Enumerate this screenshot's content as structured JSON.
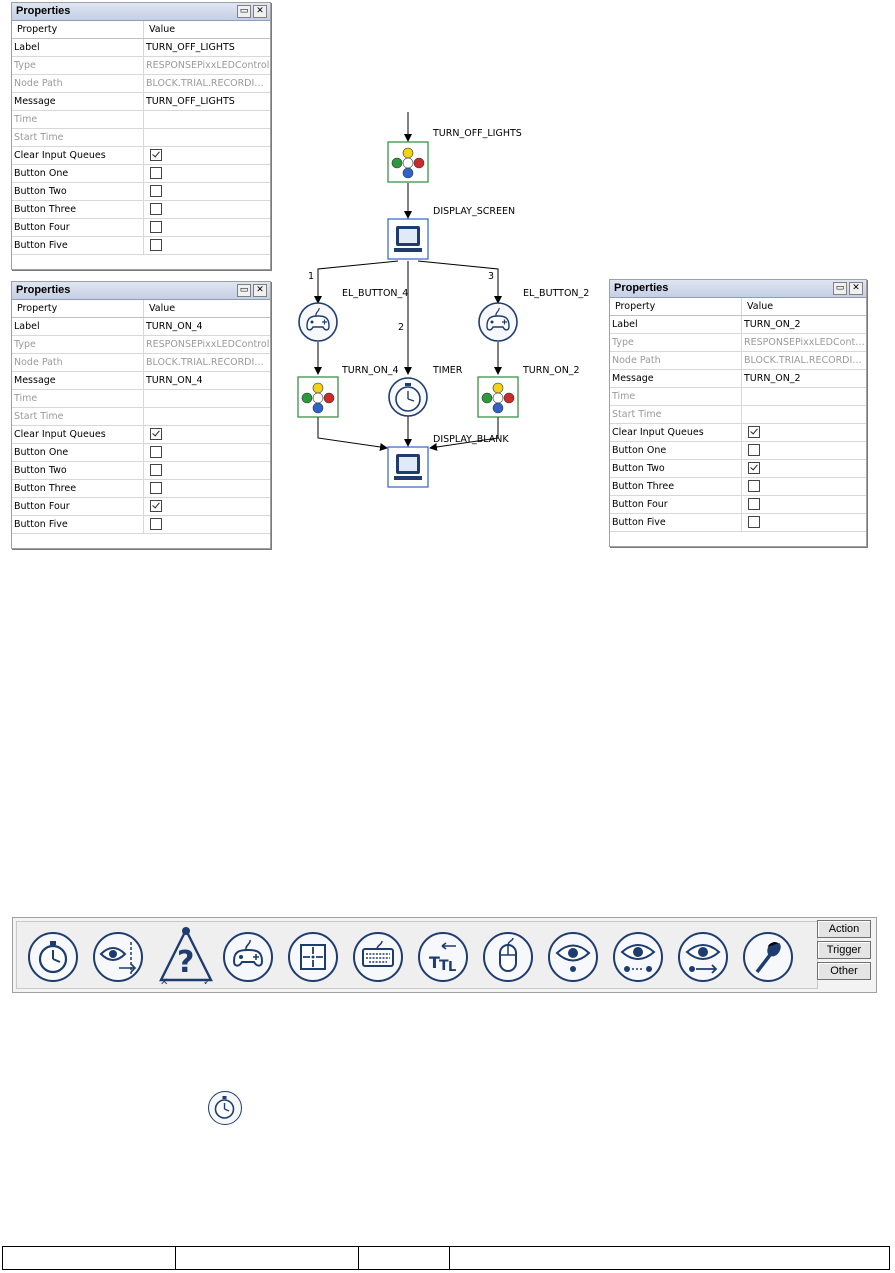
{
  "panels": [
    {
      "id": "panel1",
      "title": "Properties",
      "header": {
        "property": "Property",
        "value": "Value"
      },
      "rows": [
        {
          "property": "Label",
          "value": "TURN_OFF_LIGHTS",
          "type": "text"
        },
        {
          "property": "Type",
          "value": "RESPONSEPixxLEDControl",
          "type": "readonly"
        },
        {
          "property": "Node Path",
          "value": "BLOCK.TRIAL.RECORDIN...",
          "type": "readonly"
        },
        {
          "property": "Message",
          "value": "TURN_OFF_LIGHTS",
          "type": "text"
        },
        {
          "property": "Time",
          "value": "",
          "type": "readonly"
        },
        {
          "property": "Start Time",
          "value": "",
          "type": "readonly"
        },
        {
          "property": "Clear Input Queues",
          "checked": true,
          "type": "check"
        },
        {
          "property": "Button One",
          "checked": false,
          "type": "check"
        },
        {
          "property": "Button Two",
          "checked": false,
          "type": "check"
        },
        {
          "property": "Button Three",
          "checked": false,
          "type": "check"
        },
        {
          "property": "Button Four",
          "checked": false,
          "type": "check"
        },
        {
          "property": "Button Five",
          "checked": false,
          "type": "check"
        }
      ]
    },
    {
      "id": "panel2",
      "title": "Properties",
      "header": {
        "property": "Property",
        "value": "Value"
      },
      "rows": [
        {
          "property": "Label",
          "value": "TURN_ON_4",
          "type": "text"
        },
        {
          "property": "Type",
          "value": "RESPONSEPixxLEDControl",
          "type": "readonly"
        },
        {
          "property": "Node Path",
          "value": "BLOCK.TRIAL.RECORDIN...",
          "type": "readonly"
        },
        {
          "property": "Message",
          "value": "TURN_ON_4",
          "type": "text"
        },
        {
          "property": "Time",
          "value": "",
          "type": "readonly"
        },
        {
          "property": "Start Time",
          "value": "",
          "type": "readonly"
        },
        {
          "property": "Clear Input Queues",
          "checked": true,
          "type": "check"
        },
        {
          "property": "Button One",
          "checked": false,
          "type": "check"
        },
        {
          "property": "Button Two",
          "checked": false,
          "type": "check"
        },
        {
          "property": "Button Three",
          "checked": false,
          "type": "check"
        },
        {
          "property": "Button Four",
          "checked": true,
          "type": "check"
        },
        {
          "property": "Button Five",
          "checked": false,
          "type": "check"
        }
      ]
    },
    {
      "id": "panel3",
      "title": "Properties",
      "header": {
        "property": "Property",
        "value": "Value"
      },
      "rows": [
        {
          "property": "Label",
          "value": "TURN_ON_2",
          "type": "text"
        },
        {
          "property": "Type",
          "value": "RESPONSEPixxLEDControl",
          "type": "readonly"
        },
        {
          "property": "Node Path",
          "value": "BLOCK.TRIAL.RECORDIN...",
          "type": "readonly"
        },
        {
          "property": "Message",
          "value": "TURN_ON_2",
          "type": "text"
        },
        {
          "property": "Time",
          "value": "",
          "type": "readonly"
        },
        {
          "property": "Start Time",
          "value": "",
          "type": "readonly"
        },
        {
          "property": "Clear Input Queues",
          "checked": true,
          "type": "check"
        },
        {
          "property": "Button One",
          "checked": false,
          "type": "check"
        },
        {
          "property": "Button Two",
          "checked": true,
          "type": "check"
        },
        {
          "property": "Button Three",
          "checked": false,
          "type": "check"
        },
        {
          "property": "Button Four",
          "checked": false,
          "type": "check"
        },
        {
          "property": "Button Five",
          "checked": false,
          "type": "check"
        }
      ]
    }
  ],
  "flow": {
    "node_labels": {
      "turn_off_lights": "TURN_OFF_LIGHTS",
      "display_screen": "DISPLAY_SCREEN",
      "el_button_4": "EL_BUTTON_4",
      "el_button_2": "EL_BUTTON_2",
      "turn_on_4": "TURN_ON_4",
      "timer": "TIMER",
      "turn_on_2": "TURN_ON_2",
      "display_blank": "DISPLAY_BLANK"
    },
    "branch_labels": {
      "left": "1",
      "middle": "2",
      "right": "3"
    }
  },
  "toolbar": {
    "icons": [
      "timer-icon",
      "invisible-boundary-icon",
      "conditional-icon",
      "button-response-icon",
      "fixation-trigger-icon",
      "keyboard-icon",
      "ttl-icon",
      "mouse-icon",
      "eye-fixation-icon",
      "saccade-icon",
      "sample-velocity-icon",
      "voice-key-icon"
    ],
    "tabs": {
      "action": "Action",
      "trigger": "Trigger",
      "other": "Other"
    }
  },
  "colors": {
    "led_yellow": "#f2d31a",
    "led_green": "#2a9a3a",
    "led_red": "#cc2a2a",
    "led_blue": "#2f63c8",
    "icon_navy": "#1f3c6e"
  }
}
